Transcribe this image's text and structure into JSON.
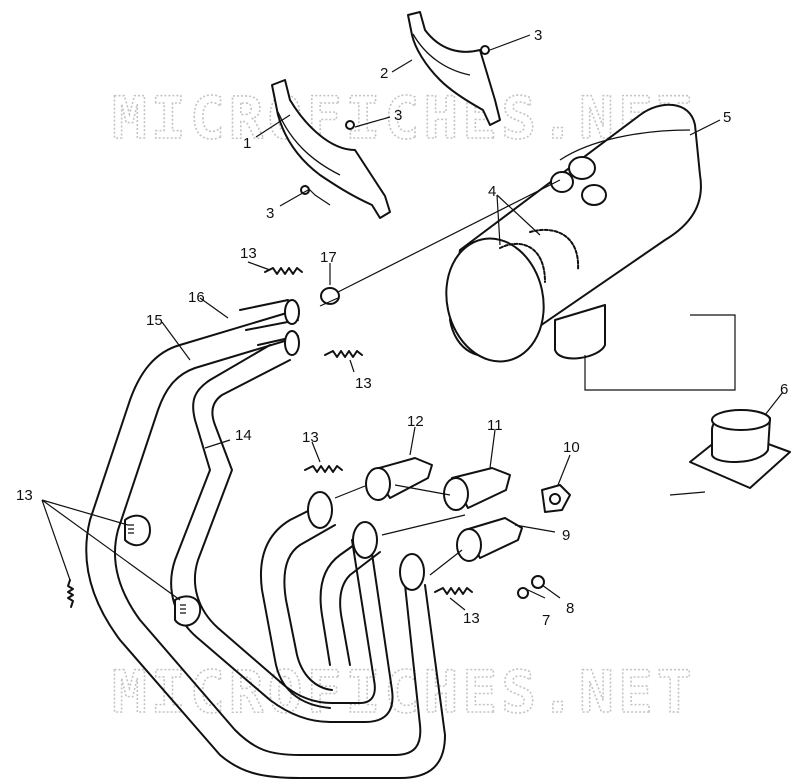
{
  "watermark": "MICROFICHES.NET",
  "callouts": {
    "c1": "1",
    "c2": "2",
    "c3a": "3",
    "c3b": "3",
    "c3c": "3",
    "c4": "4",
    "c5": "5",
    "c6": "6",
    "c7": "7",
    "c8": "8",
    "c9": "9",
    "c10": "10",
    "c11": "11",
    "c12": "12",
    "c13a": "13",
    "c13b": "13",
    "c13c": "13",
    "c13d": "13",
    "c13e": "13",
    "c14": "14",
    "c15": "15",
    "c16": "16",
    "c17": "17"
  }
}
